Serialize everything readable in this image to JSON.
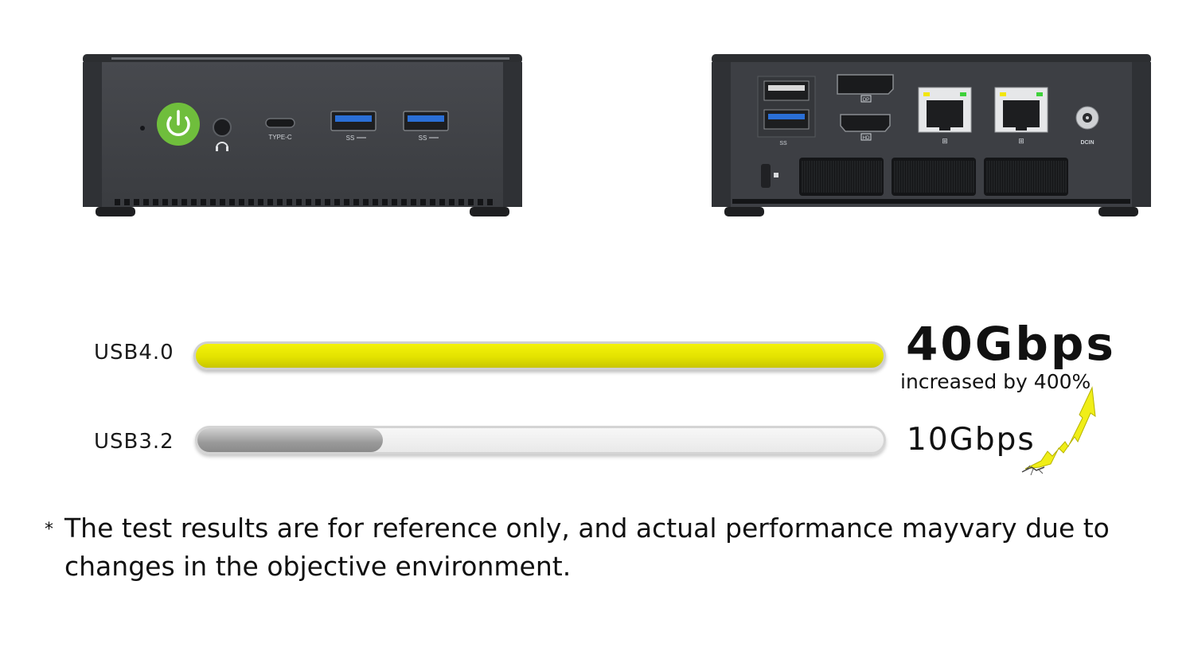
{
  "front_panel": {
    "ports": [
      {
        "name": "power-button",
        "label": ""
      },
      {
        "name": "audio-jack",
        "label": ""
      },
      {
        "name": "usb-c-port",
        "label": "TYPE-C"
      },
      {
        "name": "usb-a-port-1",
        "label": "SS"
      },
      {
        "name": "usb-a-port-2",
        "label": "SS"
      }
    ],
    "colors": {
      "chassis": "#3b3e43",
      "power": "#6fbe3c",
      "usb3": "#2a6fd6"
    }
  },
  "rear_panel": {
    "labels": {
      "dp": "DP",
      "hdmi": "HD",
      "dcin": "DCIN",
      "usb": "SS"
    }
  },
  "comparison": {
    "rows": [
      {
        "label": "USB4.0",
        "speed": "40Gbps",
        "note": "increased by 400%",
        "fraction": 1.0,
        "color": "#e6e400"
      },
      {
        "label": "USB3.2",
        "speed": "10Gbps",
        "fraction": 0.27,
        "color": "#9c9c9c"
      }
    ]
  },
  "footnote": {
    "marker": "*",
    "text": "The test results are for reference only, and actual performance mayvary due to changes in the objective environment."
  }
}
